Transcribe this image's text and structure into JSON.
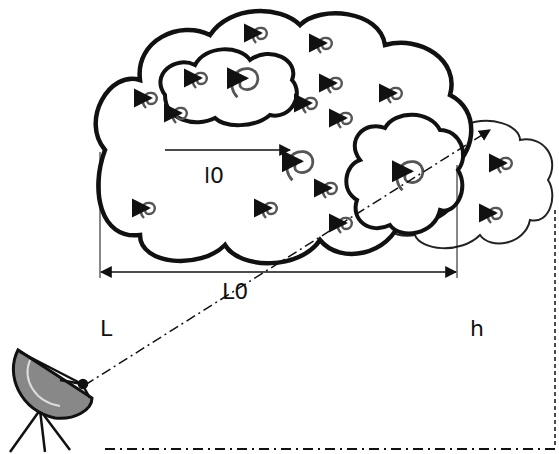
{
  "diagram": {
    "labels": [
      "l0",
      "L0",
      "L",
      "h"
    ]
  }
}
